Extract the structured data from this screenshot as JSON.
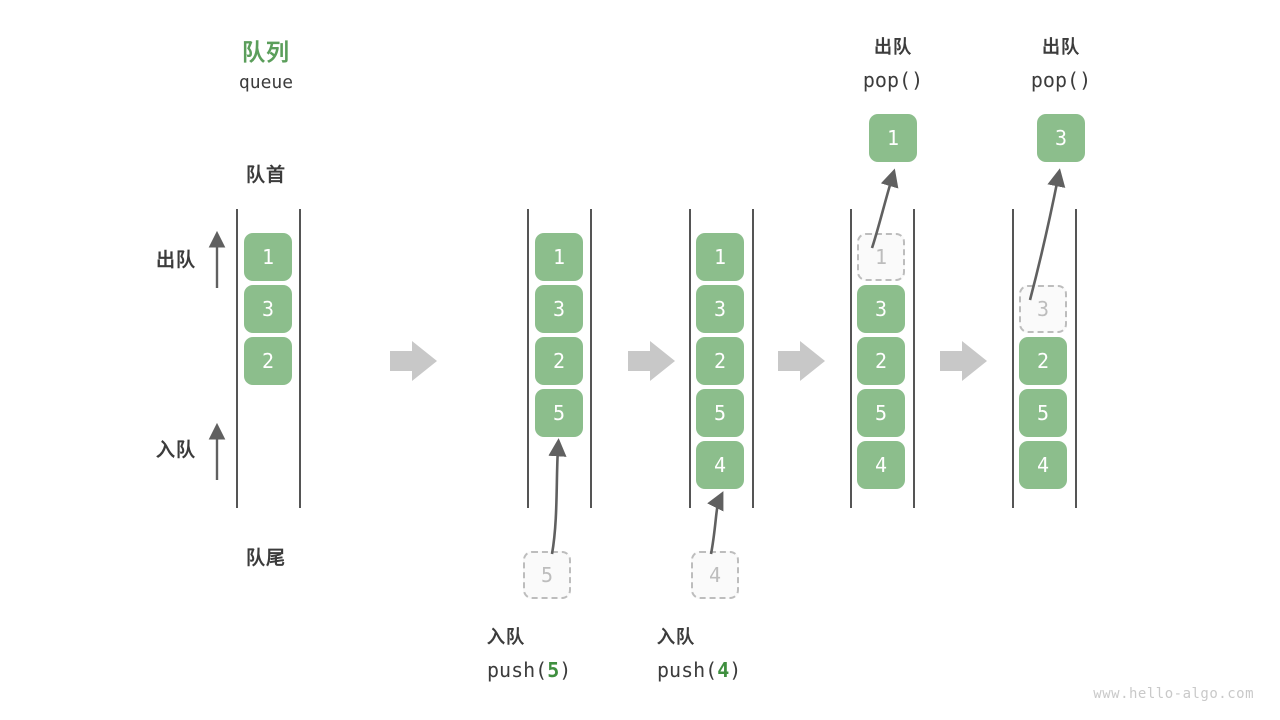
{
  "diagram": {
    "title_cjk": "队列",
    "title_en": "queue",
    "front_label": "队首",
    "rear_label": "队尾",
    "dequeue_label": "出队",
    "enqueue_label": "入队",
    "watermark": "www.hello-algo.com",
    "colors": {
      "element_fill": "#8CBE8C",
      "element_text": "#FFFFFF",
      "ghost_fill": "#FAFAFA",
      "ghost_border": "#BDBDBD",
      "ghost_text": "#BDBDBD",
      "rail": "#555555",
      "title_green": "#5B9E5B",
      "code_green": "#3F8F3F",
      "text_dark": "#3C3C3C",
      "flow_arrow": "#C8C8C8",
      "thin_arrow": "#606060",
      "watermark": "#C9C9C9"
    }
  },
  "steps": [
    {
      "id": "initial",
      "op_cjk": "",
      "op_code_prefix": "",
      "op_code_value": "",
      "op_code_suffix": "",
      "elements": [
        "1",
        "3",
        "2"
      ],
      "ghost_incoming": null,
      "ghost_in_queue": null,
      "popped_value": null
    },
    {
      "id": "push-5",
      "op_cjk": "入队",
      "op_code_prefix": "push(",
      "op_code_value": "5",
      "op_code_suffix": ")",
      "elements": [
        "1",
        "3",
        "2",
        "5"
      ],
      "ghost_incoming": "5",
      "ghost_in_queue": null,
      "popped_value": null
    },
    {
      "id": "push-4",
      "op_cjk": "入队",
      "op_code_prefix": "push(",
      "op_code_value": "4",
      "op_code_suffix": ")",
      "elements": [
        "1",
        "3",
        "2",
        "5",
        "4"
      ],
      "ghost_incoming": "4",
      "ghost_in_queue": null,
      "popped_value": null
    },
    {
      "id": "pop-1",
      "op_cjk": "出队",
      "op_code_prefix": "pop(",
      "op_code_value": "",
      "op_code_suffix": ")",
      "elements": [
        "3",
        "2",
        "5",
        "4"
      ],
      "ghost_incoming": null,
      "ghost_in_queue": "1",
      "popped_value": "1"
    },
    {
      "id": "pop-3",
      "op_cjk": "出队",
      "op_code_prefix": "pop(",
      "op_code_value": "",
      "op_code_suffix": ")",
      "elements": [
        "2",
        "5",
        "4"
      ],
      "ghost_incoming": null,
      "ghost_in_queue": "3",
      "popped_value": "3"
    }
  ]
}
